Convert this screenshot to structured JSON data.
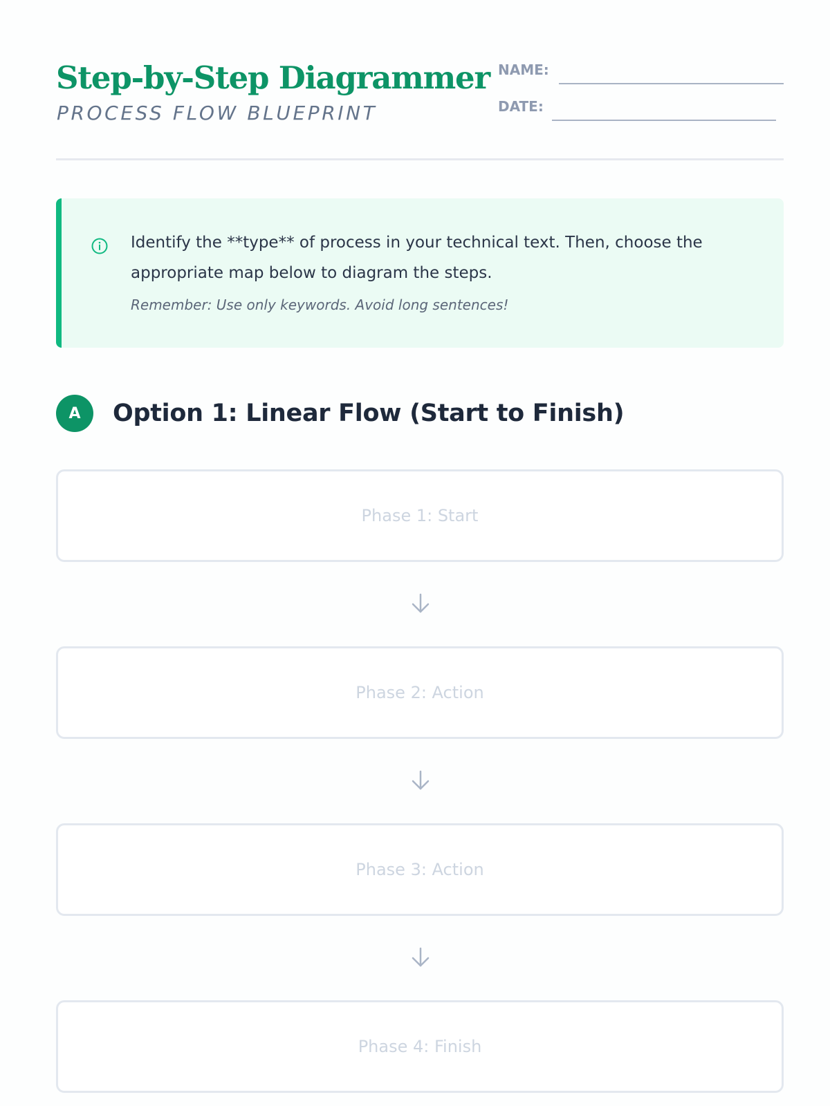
{
  "header": {
    "title": "Step-by-Step Diagrammer",
    "subtitle": "PROCESS FLOW BLUEPRINT",
    "name_label": "NAME:",
    "date_label": "DATE:"
  },
  "callout": {
    "icon": "info-icon",
    "text": "Identify the **type** of process in your technical text. Then, choose the appropriate map below to diagram the steps.",
    "note": "Remember: Use only keywords. Avoid long sentences!"
  },
  "section": {
    "badge": "A",
    "title": "Option 1: Linear Flow (Start to Finish)"
  },
  "flow": {
    "arrow_icon": "arrow-down-icon",
    "phases": [
      {
        "label": "Phase 1: Start"
      },
      {
        "label": "Phase 2: Action"
      },
      {
        "label": "Phase 3: Action"
      },
      {
        "label": "Phase 4: Finish"
      }
    ]
  },
  "colors": {
    "brand": "#0d9466",
    "accent": "#10b981",
    "callout_bg": "#ebfbf4"
  }
}
